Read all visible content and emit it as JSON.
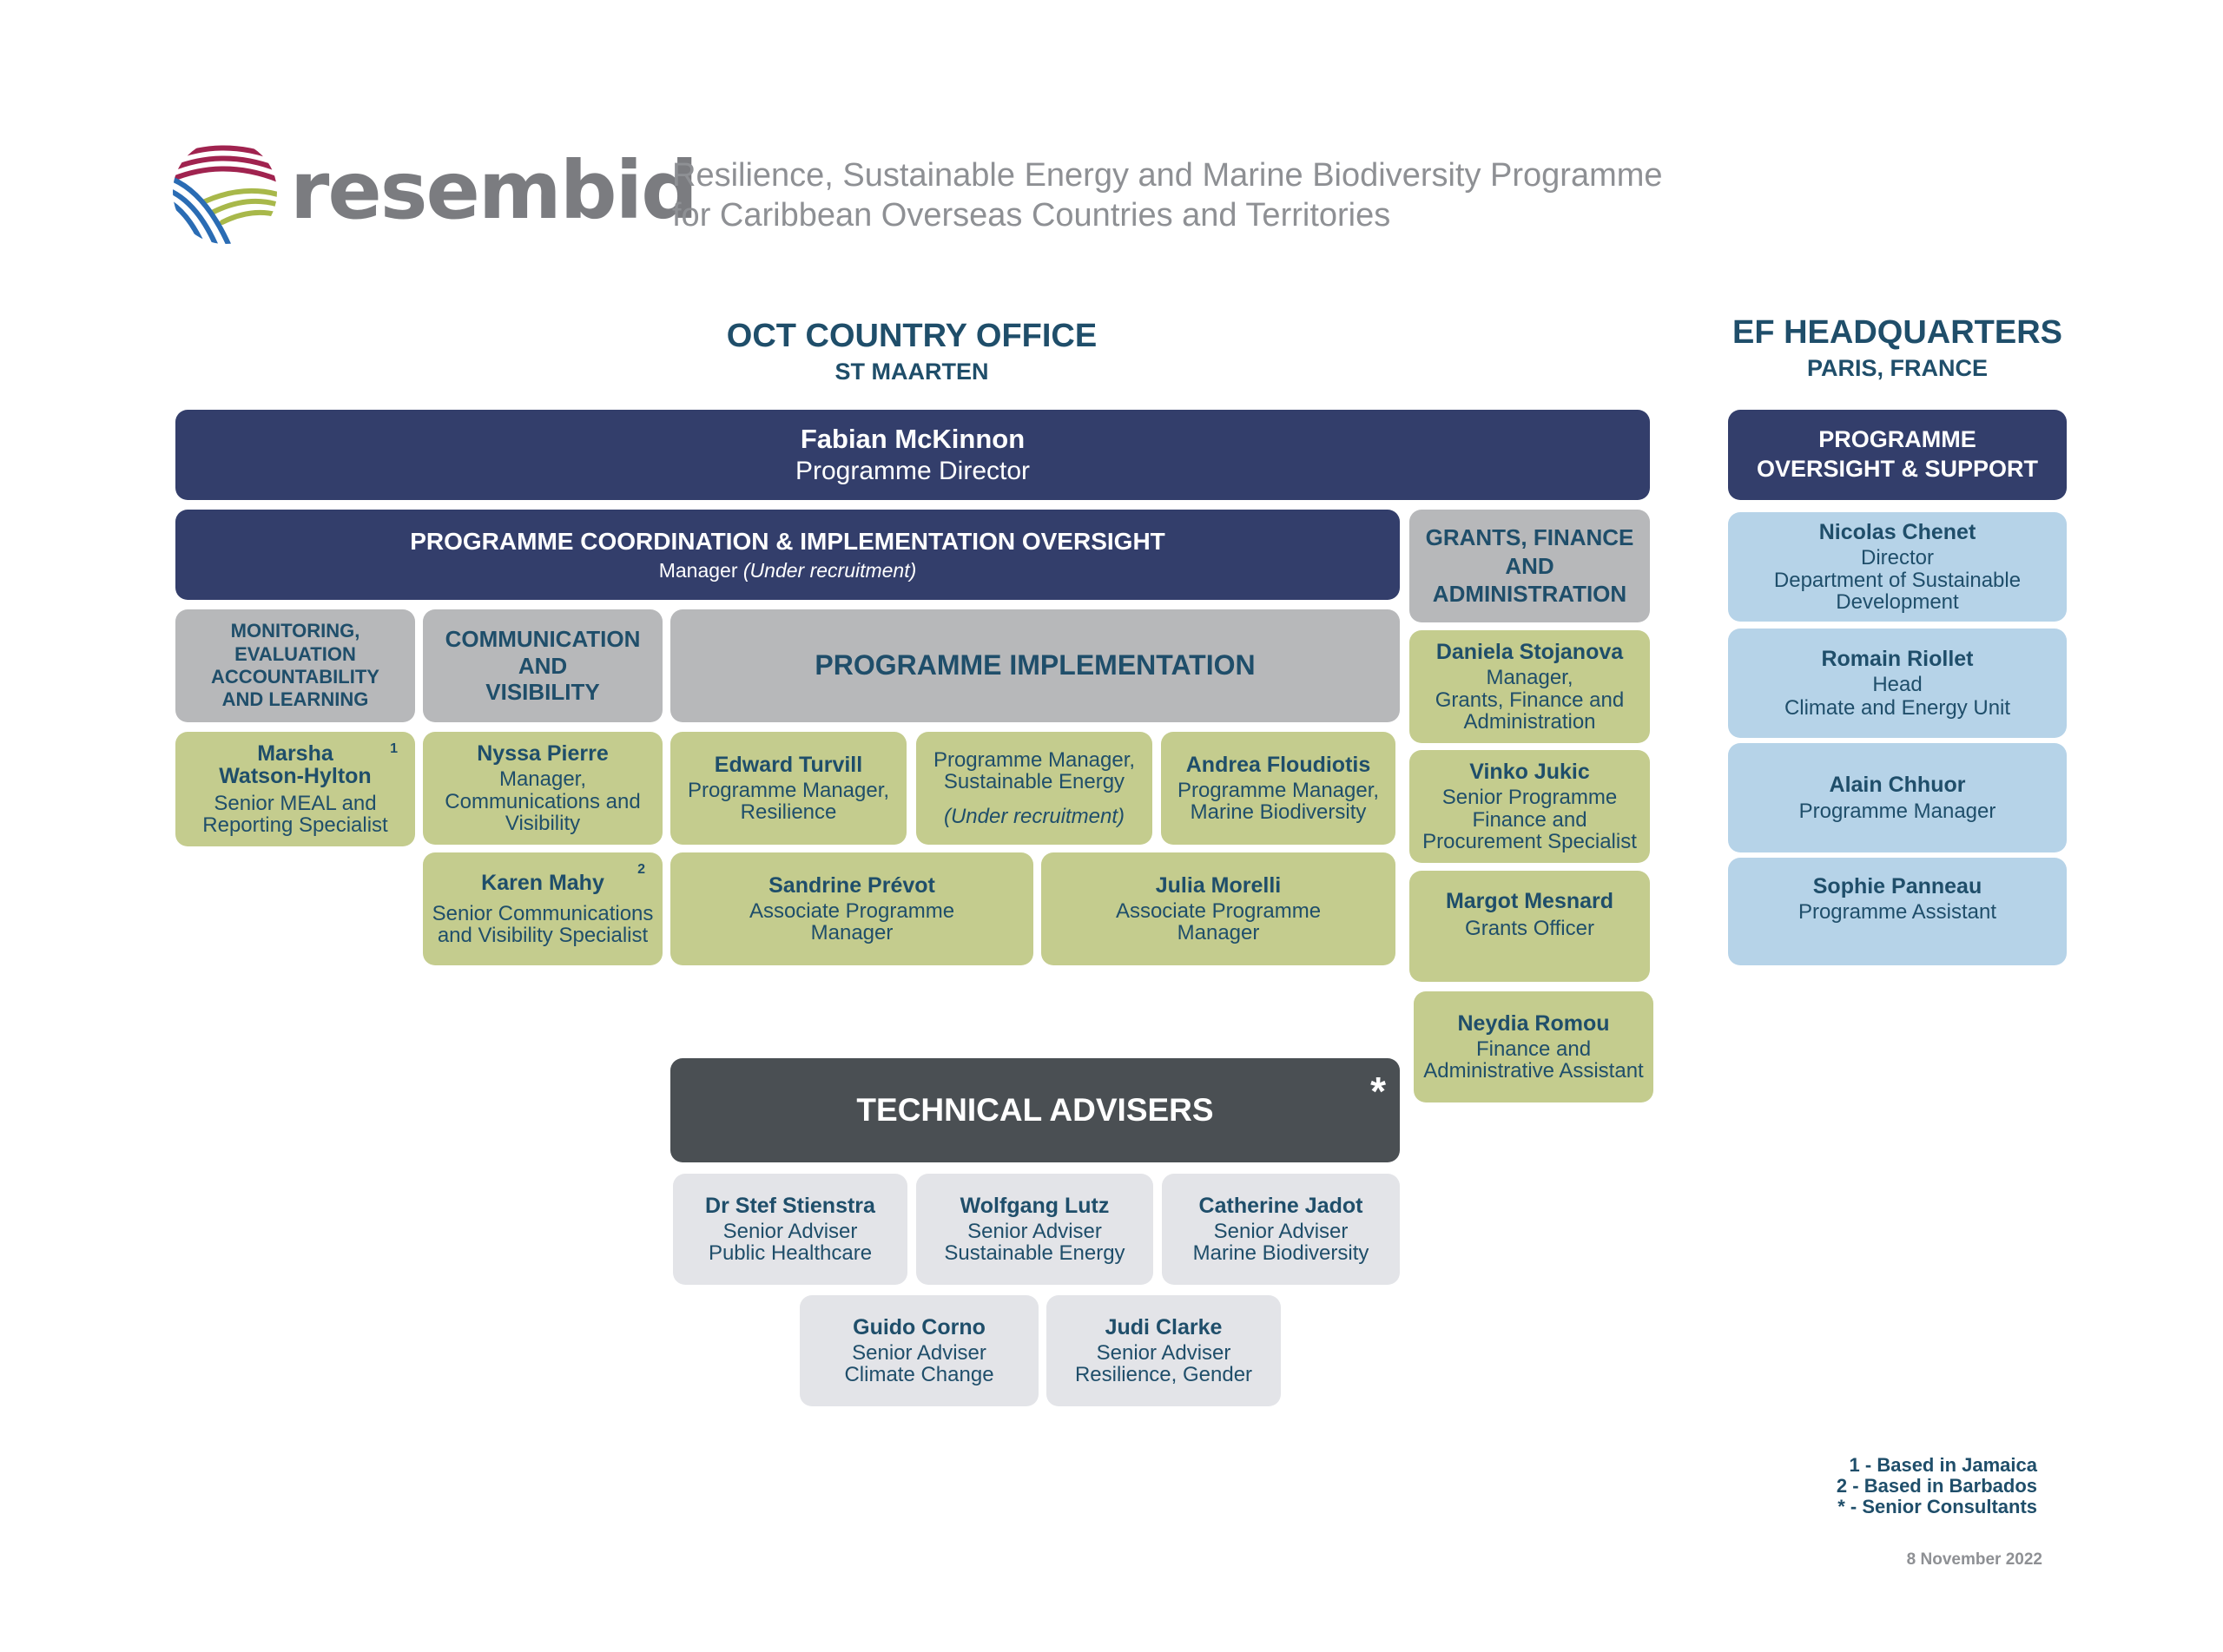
{
  "brand": {
    "name": "resembid",
    "tagline_line1": "Resilience, Sustainable Energy and Marine Biodiversity Programme",
    "tagline_line2": "for Caribbean Overseas Countries and Territories"
  },
  "oct": {
    "title": "OCT COUNTRY OFFICE",
    "subtitle": "ST MAARTEN"
  },
  "ef": {
    "title": "EF HEADQUARTERS",
    "subtitle": "PARIS, FRANCE"
  },
  "director": {
    "name": "Fabian McKinnon",
    "role": "Programme Director"
  },
  "coordination": {
    "title": "PROGRAMME COORDINATION & IMPLEMENTATION OVERSIGHT",
    "role_prefix": "Manager",
    "role_note": "(Under recruitment)"
  },
  "grants_header": {
    "line1": "GRANTS, FINANCE",
    "line2": "AND",
    "line3": "ADMINISTRATION"
  },
  "meal_header": {
    "line1": "MONITORING,",
    "line2": "EVALUATION",
    "line3": "ACCOUNTABILITY",
    "line4": "AND LEARNING"
  },
  "comm_header": {
    "line1": "COMMUNICATION",
    "line2": "AND",
    "line3": "VISIBILITY"
  },
  "impl_header": "PROGRAMME IMPLEMENTATION",
  "people": {
    "marsha": {
      "name1": "Marsha",
      "name2": "Watson-Hylton",
      "role1": "Senior MEAL and",
      "role2": "Reporting Specialist",
      "sup": "1"
    },
    "nyssa": {
      "name": "Nyssa Pierre",
      "role1": "Manager,",
      "role2": "Communications and",
      "role3": "Visibility"
    },
    "karen": {
      "name": "Karen Mahy",
      "role1": "Senior Communications",
      "role2": "and Visibility Specialist",
      "sup": "2"
    },
    "edward": {
      "name": "Edward Turvill",
      "role1": "Programme Manager,",
      "role2": "Resilience"
    },
    "pm_energy": {
      "role1": "Programme Manager,",
      "role2": "Sustainable Energy",
      "note": "(Under recruitment)"
    },
    "andrea": {
      "name": "Andrea Floudiotis",
      "role1": "Programme Manager,",
      "role2": "Marine Biodiversity"
    },
    "sandrine": {
      "name": "Sandrine Prévot",
      "role1": "Associate Programme",
      "role2": "Manager"
    },
    "julia": {
      "name": "Julia Morelli",
      "role1": "Associate Programme",
      "role2": "Manager"
    },
    "daniela": {
      "name": "Daniela Stojanova",
      "role1": "Manager,",
      "role2": "Grants, Finance and",
      "role3": "Administration"
    },
    "vinko": {
      "name": "Vinko Jukic",
      "role1": "Senior Programme",
      "role2": "Finance and",
      "role3": "Procurement Specialist"
    },
    "margot": {
      "name": "Margot Mesnard",
      "role1": "Grants Officer"
    },
    "neydia": {
      "name": "Neydia Romou",
      "role1": "Finance and",
      "role2": "Administrative Assistant"
    }
  },
  "advisers": {
    "title": "TECHNICAL ADVISERS",
    "mark": "*",
    "stef": {
      "name": "Dr Stef Stienstra",
      "role1": "Senior Adviser",
      "role2": "Public Healthcare"
    },
    "wolfgang": {
      "name": "Wolfgang Lutz",
      "role1": "Senior Adviser",
      "role2": "Sustainable Energy"
    },
    "catherine": {
      "name": "Catherine Jadot",
      "role1": "Senior Adviser",
      "role2": "Marine Biodiversity"
    },
    "guido": {
      "name": "Guido Corno",
      "role1": "Senior Adviser",
      "role2": "Climate Change"
    },
    "judi": {
      "name": "Judi Clarke",
      "role1": "Senior Adviser",
      "role2": "Resilience, Gender"
    }
  },
  "hq": {
    "header1": "PROGRAMME",
    "header2": "OVERSIGHT & SUPPORT",
    "nicolas": {
      "name": "Nicolas Chenet",
      "role1": "Director",
      "role2": "Department of Sustainable",
      "role3": "Development"
    },
    "romain": {
      "name": "Romain Riollet",
      "role1": "Head",
      "role2": "Climate and Energy Unit"
    },
    "alain": {
      "name": "Alain Chhuor",
      "role1": "Programme Manager"
    },
    "sophie": {
      "name": "Sophie Panneau",
      "role1": "Programme Assistant"
    }
  },
  "legend": {
    "l1": "1 - Based in Jamaica",
    "l2": "2 - Based in Barbados",
    "l3": "* - Senior Consultants"
  },
  "date": "8 November 2022",
  "colors": {
    "navy": "#333e6b",
    "grey": "#b7b8ba",
    "green": "#c4cc8e",
    "blue": "#b6d3e8",
    "light": "#e3e4e8",
    "dark": "#4a4f53",
    "text": "#1f4e6a",
    "logo_red": "#a0234f",
    "logo_green": "#a8b84a",
    "logo_blue": "#2a6cb4"
  }
}
